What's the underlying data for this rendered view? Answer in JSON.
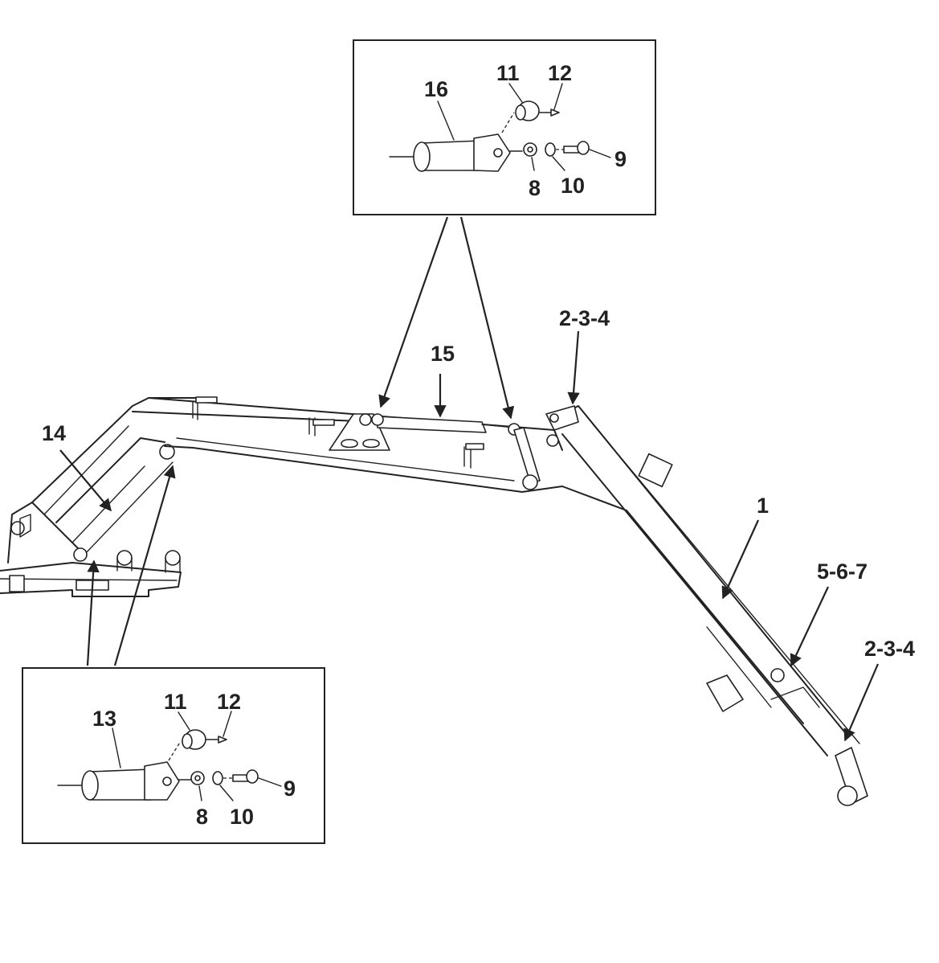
{
  "callouts": {
    "part_1": "1",
    "part_2_3_4_upper": "2-3-4",
    "part_2_3_4_lower": "2-3-4",
    "part_5_6_7": "5-6-7",
    "part_14": "14",
    "part_15": "15"
  },
  "detail_top": {
    "cylinder_label": "16",
    "bushing_label": "11",
    "grease_fitting_label": "12",
    "nut_label": "8",
    "washer_label": "10",
    "bolt_label": "9"
  },
  "detail_bottom": {
    "cylinder_label": "13",
    "bushing_label": "11",
    "grease_fitting_label": "12",
    "nut_label": "8",
    "washer_label": "10",
    "bolt_label": "9"
  }
}
